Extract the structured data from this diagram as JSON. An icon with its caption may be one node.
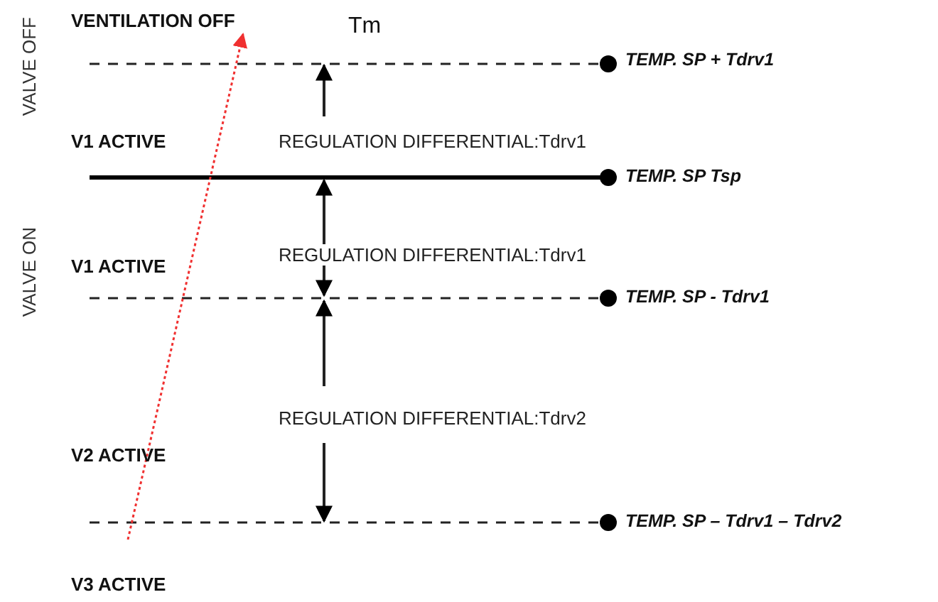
{
  "diagram": {
    "labels": [
      "VENTILATION OFF",
      "Tm",
      "TEMP. SP + Tdrv1",
      "VALVE OFF",
      "V1 ACTIVE",
      "REGULATION DIFFERENTIAL:Tdrv1",
      "TEMP. SP Tsp",
      "V1 ACTIVE",
      "REGULATION DIFFERENTIAL:Tdrv1",
      "VALVE ON",
      "TEMP. SP - Tdrv1",
      "REGULATION DIFFERENTIAL:Tdrv2",
      "V2 ACTIVE",
      "TEMP. SP – Tdrv1 – Tdrv2",
      "V3 ACTIVE"
    ]
  }
}
